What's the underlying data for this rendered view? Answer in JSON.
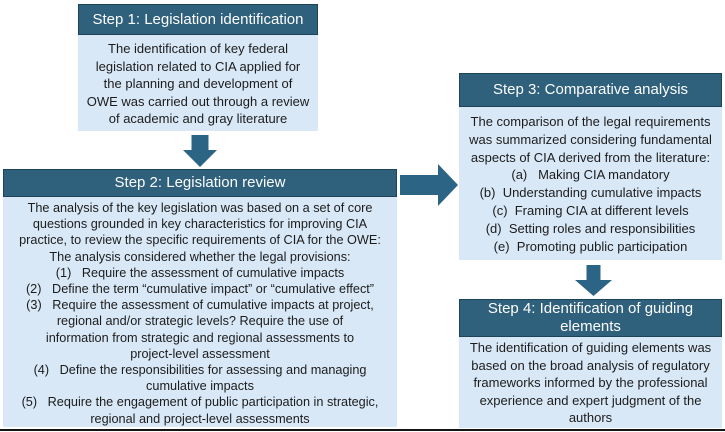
{
  "figure": {
    "colors": {
      "header_bg": "#2f607c",
      "header_text": "#fdfdfd",
      "body_bg": "#d9e8f7",
      "body_text": "#1c1c1c",
      "arrow": "#2b6485",
      "bottom_rule": "#141414"
    },
    "arrows": [
      "arrow-down-step1-to-step2",
      "arrow-right-step2-to-step3",
      "arrow-down-step3-to-step4"
    ],
    "steps": [
      {
        "header": "Step 1: Legislation identification",
        "body_lines": [
          "The identification of key federal",
          "legislation related to CIA applied for",
          "the planning and development of",
          "OWE was carried out through a review",
          "of academic and gray literature"
        ]
      },
      {
        "header": "Step 2: Legislation review",
        "body_lines": [
          "The analysis of the key legislation was based on a set of core",
          "questions grounded in key characteristics for improving CIA",
          "practice, to review the specific requirements of CIA for the OWE:",
          "The analysis considered whether the legal provisions:",
          "(1)   Require the assessment of cumulative impacts",
          "(2)   Define the term “cumulative impact” or “cumulative effect”",
          "(3)   Require the assessment of cumulative impacts at project,",
          "regional and/or strategic levels? Require the use of",
          "information from strategic and regional assessments to",
          "project-level assessment",
          "(4)   Define the responsibilities for assessing and managing",
          "cumulative impacts",
          "(5)   Require the engagement of public participation in strategic,",
          "regional and project-level assessments"
        ]
      },
      {
        "header": "Step 3: Comparative analysis",
        "body_lines": [
          "The comparison of the legal requirements",
          "was summarized considering fundamental",
          "aspects of CIA derived from the literature:",
          "(a)   Making CIA mandatory",
          "(b)  Understanding cumulative impacts",
          "(c)  Framing CIA at different levels",
          "(d)  Setting roles and responsibilities",
          "(e)  Promoting public participation"
        ]
      },
      {
        "header": "Step 4: Identification of  guiding elements",
        "body_lines": [
          "The identification of guiding elements was",
          "based on the broad analysis of regulatory",
          "frameworks informed by the professional",
          "experience and expert judgment of the",
          "authors"
        ]
      }
    ]
  }
}
